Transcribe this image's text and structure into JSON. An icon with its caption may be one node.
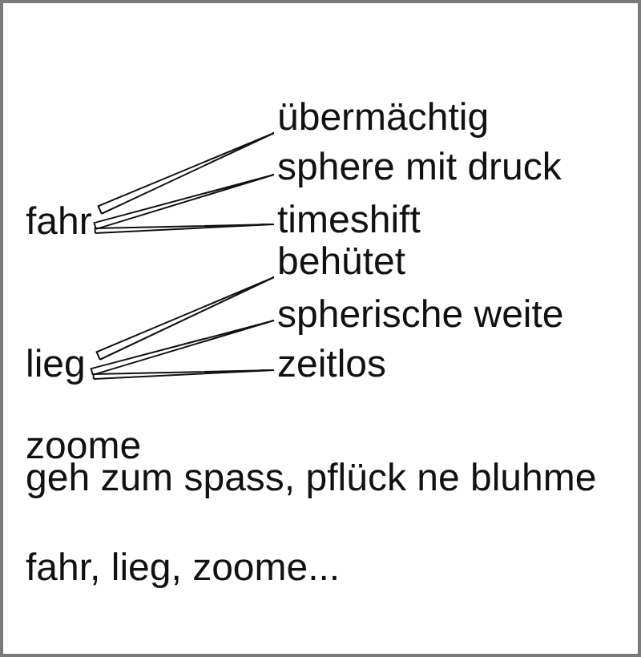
{
  "diagram": {
    "nodes": [
      {
        "text": [
          "fahr"
        ]
      },
      {
        "text": [
          "übermächtig"
        ]
      },
      {
        "text": [
          "sphere mit druck"
        ]
      },
      {
        "text": [
          "timeshift"
        ]
      },
      {
        "text": [
          "lieg"
        ]
      },
      {
        "text": [
          "behütet"
        ]
      },
      {
        "text": [
          "spherische weite"
        ]
      },
      {
        "text": [
          "zeitlos"
        ]
      }
    ],
    "edges": [
      {
        "from": 0,
        "to": 1,
        "arrow": "none"
      },
      {
        "from": 0,
        "to": 2,
        "arrow": "none"
      },
      {
        "from": 0,
        "to": 3,
        "arrow": "none"
      },
      {
        "from": 4,
        "to": 5,
        "arrow": "none"
      },
      {
        "from": 4,
        "to": 6,
        "arrow": "none"
      },
      {
        "from": 4,
        "to": 7,
        "arrow": "none"
      }
    ],
    "labels": [
      "zoome",
      "geh zum spass, pflück ne bluhme",
      "fahr, lieg, zoome..."
    ]
  }
}
